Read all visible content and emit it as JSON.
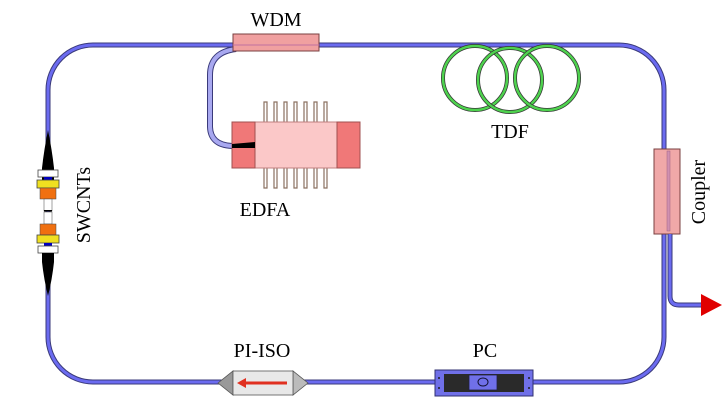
{
  "diagram": {
    "type": "fiber ring laser schematic",
    "components": {
      "wdm": {
        "label": "WDM"
      },
      "edfa": {
        "label": "EDFA"
      },
      "tdf": {
        "label": "TDF"
      },
      "coupler": {
        "label": "Coupler"
      },
      "pc": {
        "label": "PC"
      },
      "pi_iso": {
        "label": "PI-ISO"
      },
      "swcnts": {
        "label": "SWCNTs"
      }
    },
    "colors": {
      "fiber": "#6b6bf0",
      "fiber_edge": "#3a3a7a",
      "wdm": "#f0a0a0",
      "edfa_body": "#fbc8c8",
      "edfa_end": "#f07878",
      "tdf_coil": "#4ed24e",
      "coupler": "#f0a8a8",
      "output_arrow": "#e00000",
      "pc_body": "#7070e8",
      "isolator_arrow": "#e03020"
    }
  }
}
